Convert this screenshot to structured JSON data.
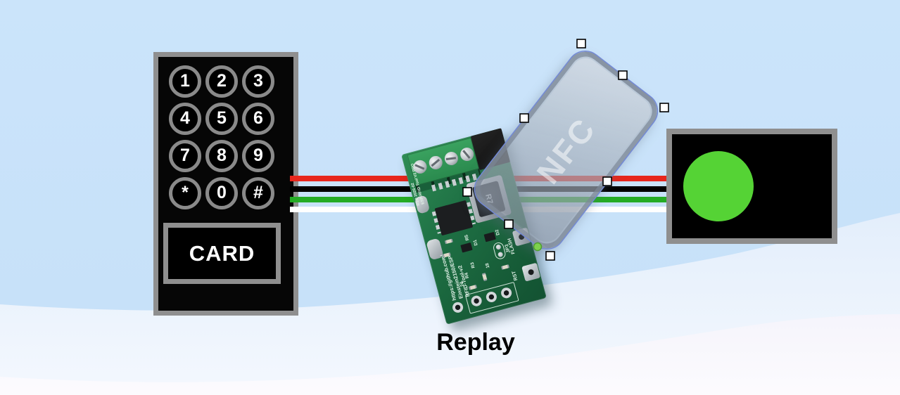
{
  "canvas": {
    "caption": "Replay"
  },
  "keypad": {
    "keys": [
      "1",
      "2",
      "3",
      "4",
      "5",
      "6",
      "7",
      "8",
      "9",
      "*",
      "0",
      "#"
    ],
    "card_label": "CARD"
  },
  "wires": [
    {
      "name": "wire-red",
      "color": "#e8261c"
    },
    {
      "name": "wire-black",
      "color": "#000000"
    },
    {
      "name": "wire-green",
      "color": "#25ac25"
    },
    {
      "name": "wire-white",
      "color": "#ffffff"
    }
  ],
  "pcb": {
    "revision_text": "R1.0 2026-02",
    "model_text": "ESP-RFID Tool V2 PRO",
    "url_line1": "https://github.com/",
    "url_line2": "Einstein2150/ESP-",
    "url_line3": "RFID-Tool-v2",
    "inductor_label": "R7",
    "r5_label": "R5",
    "d1_label": "D1",
    "d2_label": "D2",
    "r3_label": "R3",
    "r4_label": "R4",
    "label_18": "18",
    "label_24": "24",
    "jp3_label": "JP3",
    "flash_label": "FLASH",
    "rst_label": "RST"
  },
  "nfc": {
    "label": "NFC"
  },
  "indicator": {
    "status_color": "#55d335"
  },
  "selection": {
    "outline_color": "#7289d8",
    "handle_color": "#ffffff",
    "handle_border_color": "#000000",
    "rotation_handle_color": "#7ed14e",
    "rotation_handle_border_color": "#4f9f30"
  }
}
